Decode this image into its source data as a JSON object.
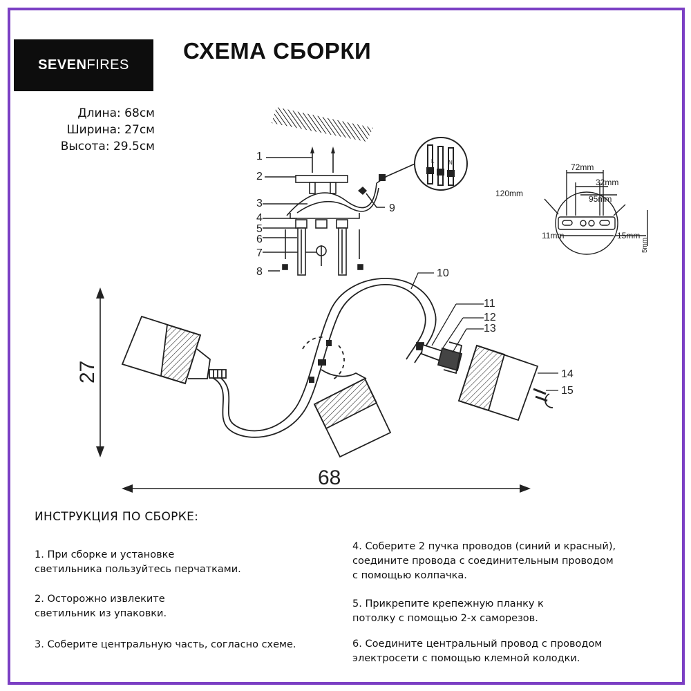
{
  "logo": {
    "bold": "SEVEN",
    "light": "FIRES"
  },
  "title": "СХЕМА СБОРКИ",
  "dimensions": [
    "Длина: 68см",
    "Ширина: 27см",
    "Высота: 29.5см"
  ],
  "diagram": {
    "part_labels": [
      "1",
      "2",
      "3",
      "4",
      "5",
      "6",
      "7",
      "8",
      "9",
      "10",
      "11",
      "12",
      "13",
      "14",
      "15"
    ],
    "plate_labels": [
      "72mm",
      "32mm",
      "120mm",
      "95mm",
      "11mm",
      "15mm",
      "5mm"
    ],
    "wire_marks": [
      "L",
      "N"
    ],
    "width_label": "27",
    "length_label": "68"
  },
  "instructions": {
    "heading": "ИНСТРУКЦИЯ ПО СБОРКЕ:",
    "steps": [
      "1. При сборке и установке\nсветильника пользуйтесь перчатками.",
      "2. Осторожно извлеките\nсветильник из упаковки.",
      "3. Соберите центральную часть, согласно схеме.",
      "4. Соберите 2 пучка проводов (синий и красный),\nсоедините провода с соединительным проводом\nс помощью колпачка.",
      "5. Прикрепите крепежную планку к\nпотолку с помощью 2-х саморезов.",
      "6. Соедините центральный провод с проводом\nэлектросети с помощью клемной колодки."
    ]
  }
}
